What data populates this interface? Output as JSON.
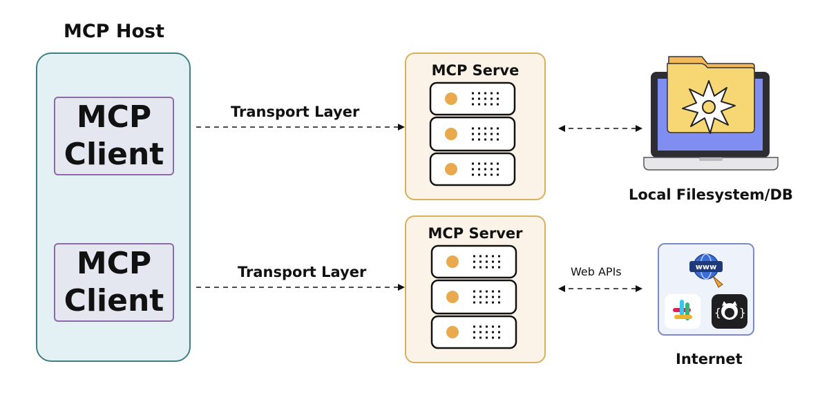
{
  "host": {
    "title": "MCP Host"
  },
  "clients": [
    {
      "label": "MCP\nClient"
    },
    {
      "label": "MCP\nClient"
    }
  ],
  "servers": [
    {
      "title": "MCP Serve"
    },
    {
      "title": "MCP Server"
    }
  ],
  "connections": {
    "transport_1": "Transport Layer",
    "transport_2": "Transport Layer",
    "web_apis": "Web APIs"
  },
  "resources": {
    "filesystem": "Local Filesystem/DB",
    "internet": "Internet",
    "www_badge": "www"
  },
  "colors": {
    "host_fill": "#e3f1f5",
    "client_border": "#8c6aa6",
    "server_fill": "#fbf3e8",
    "server_border": "#d7b05a",
    "led": "#e9a94e",
    "laptop_screen": "#7f8ef0",
    "folder": "#f7d774"
  }
}
